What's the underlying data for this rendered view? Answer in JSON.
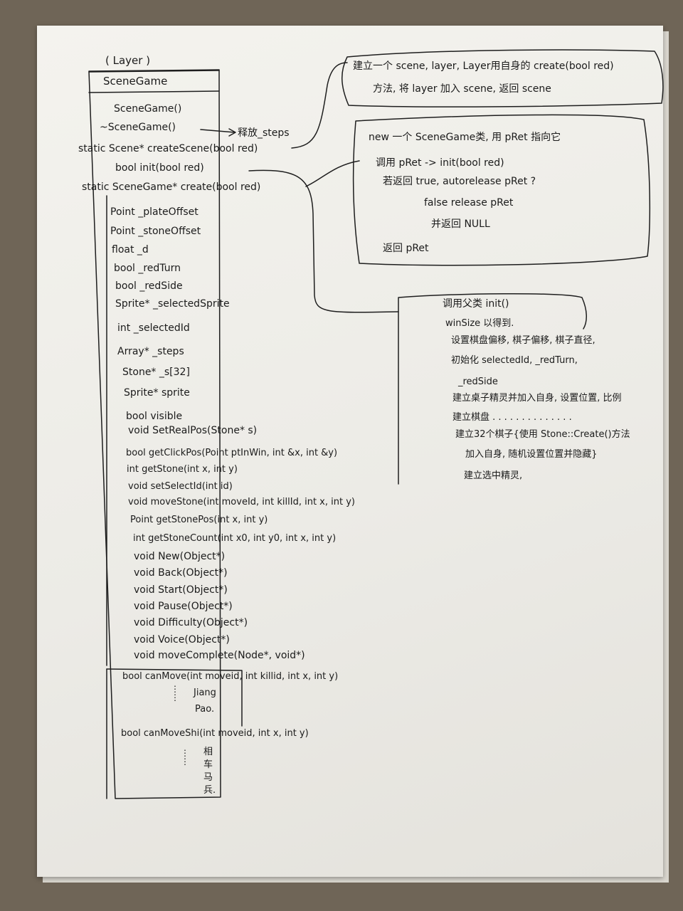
{
  "class": {
    "parent": "( Layer )",
    "name": "SceneGame",
    "ctor": "SceneGame()",
    "dtor": "~SceneGame()",
    "dtor_note": "释放_steps",
    "members": [
      "static  Scene*  createScene(bool red)",
      "bool init(bool red)",
      "static SceneGame*  create(bool red)",
      "Point  _plateOffset",
      "Point  _stoneOffset",
      "float  _d",
      "bool  _redTurn",
      "bool  _redSide",
      "Sprite* _selectedSprite",
      "int  _selectedId",
      "Array* _steps",
      "Stone* _s[32]",
      "Sprite* sprite",
      "bool visible",
      "void  SetRealPos(Stone* s)",
      "bool  getClickPos(Point ptInWin, int &x, int &y)",
      "int  getStone(int x, int y)",
      "void  setSelectId(int id)",
      "void  moveStone(int moveId, int killId, int x, int y)",
      "Point  getStonePos(int x, int y)",
      "int  getStoneCount(int x0, int y0, int x, int y)",
      "void  New(Object*)",
      "void  Back(Object*)",
      "void  Start(Object*)",
      "void  Pause(Object*)",
      "void  Difficulty(Object*)",
      "void  Voice(Object*)",
      "void  moveComplete(Node*, void*)",
      "bool  canMove(int moveid, int killid, int x, int y)",
      "Jiang",
      "Pao.",
      "bool  canMoveShi(int moveid, int x, int y)",
      "相",
      "车",
      "马",
      "兵."
    ]
  },
  "notes": {
    "createScene": [
      "建立一个 scene, layer,  Layer用自身的 create(bool red)",
      "方法,  将 layer 加入 scene,  返回 scene"
    ],
    "create": [
      "new 一个 SceneGame类,  用 pRet 指向它",
      "调用 pRet -> init(bool red)",
      "若返回 true,  autorelease pRet  ?",
      "false   release pRet",
      "并返回 NULL",
      "返回 pRet"
    ],
    "init": [
      "调用父类 init()",
      "winSize 以得到.",
      "设置棋盘偏移, 棋子偏移, 棋子直径,",
      "初始化 selectedId,  _redTurn,",
      "_redSide",
      "建立桌子精灵并加入自身, 设置位置, 比例",
      "建立棋盘 . . . . . . . . . . . . . .",
      "建立32个棋子{使用 Stone::Create()方法",
      "加入自身,  随机设置位置并隐藏}",
      "建立选中精灵,"
    ]
  }
}
